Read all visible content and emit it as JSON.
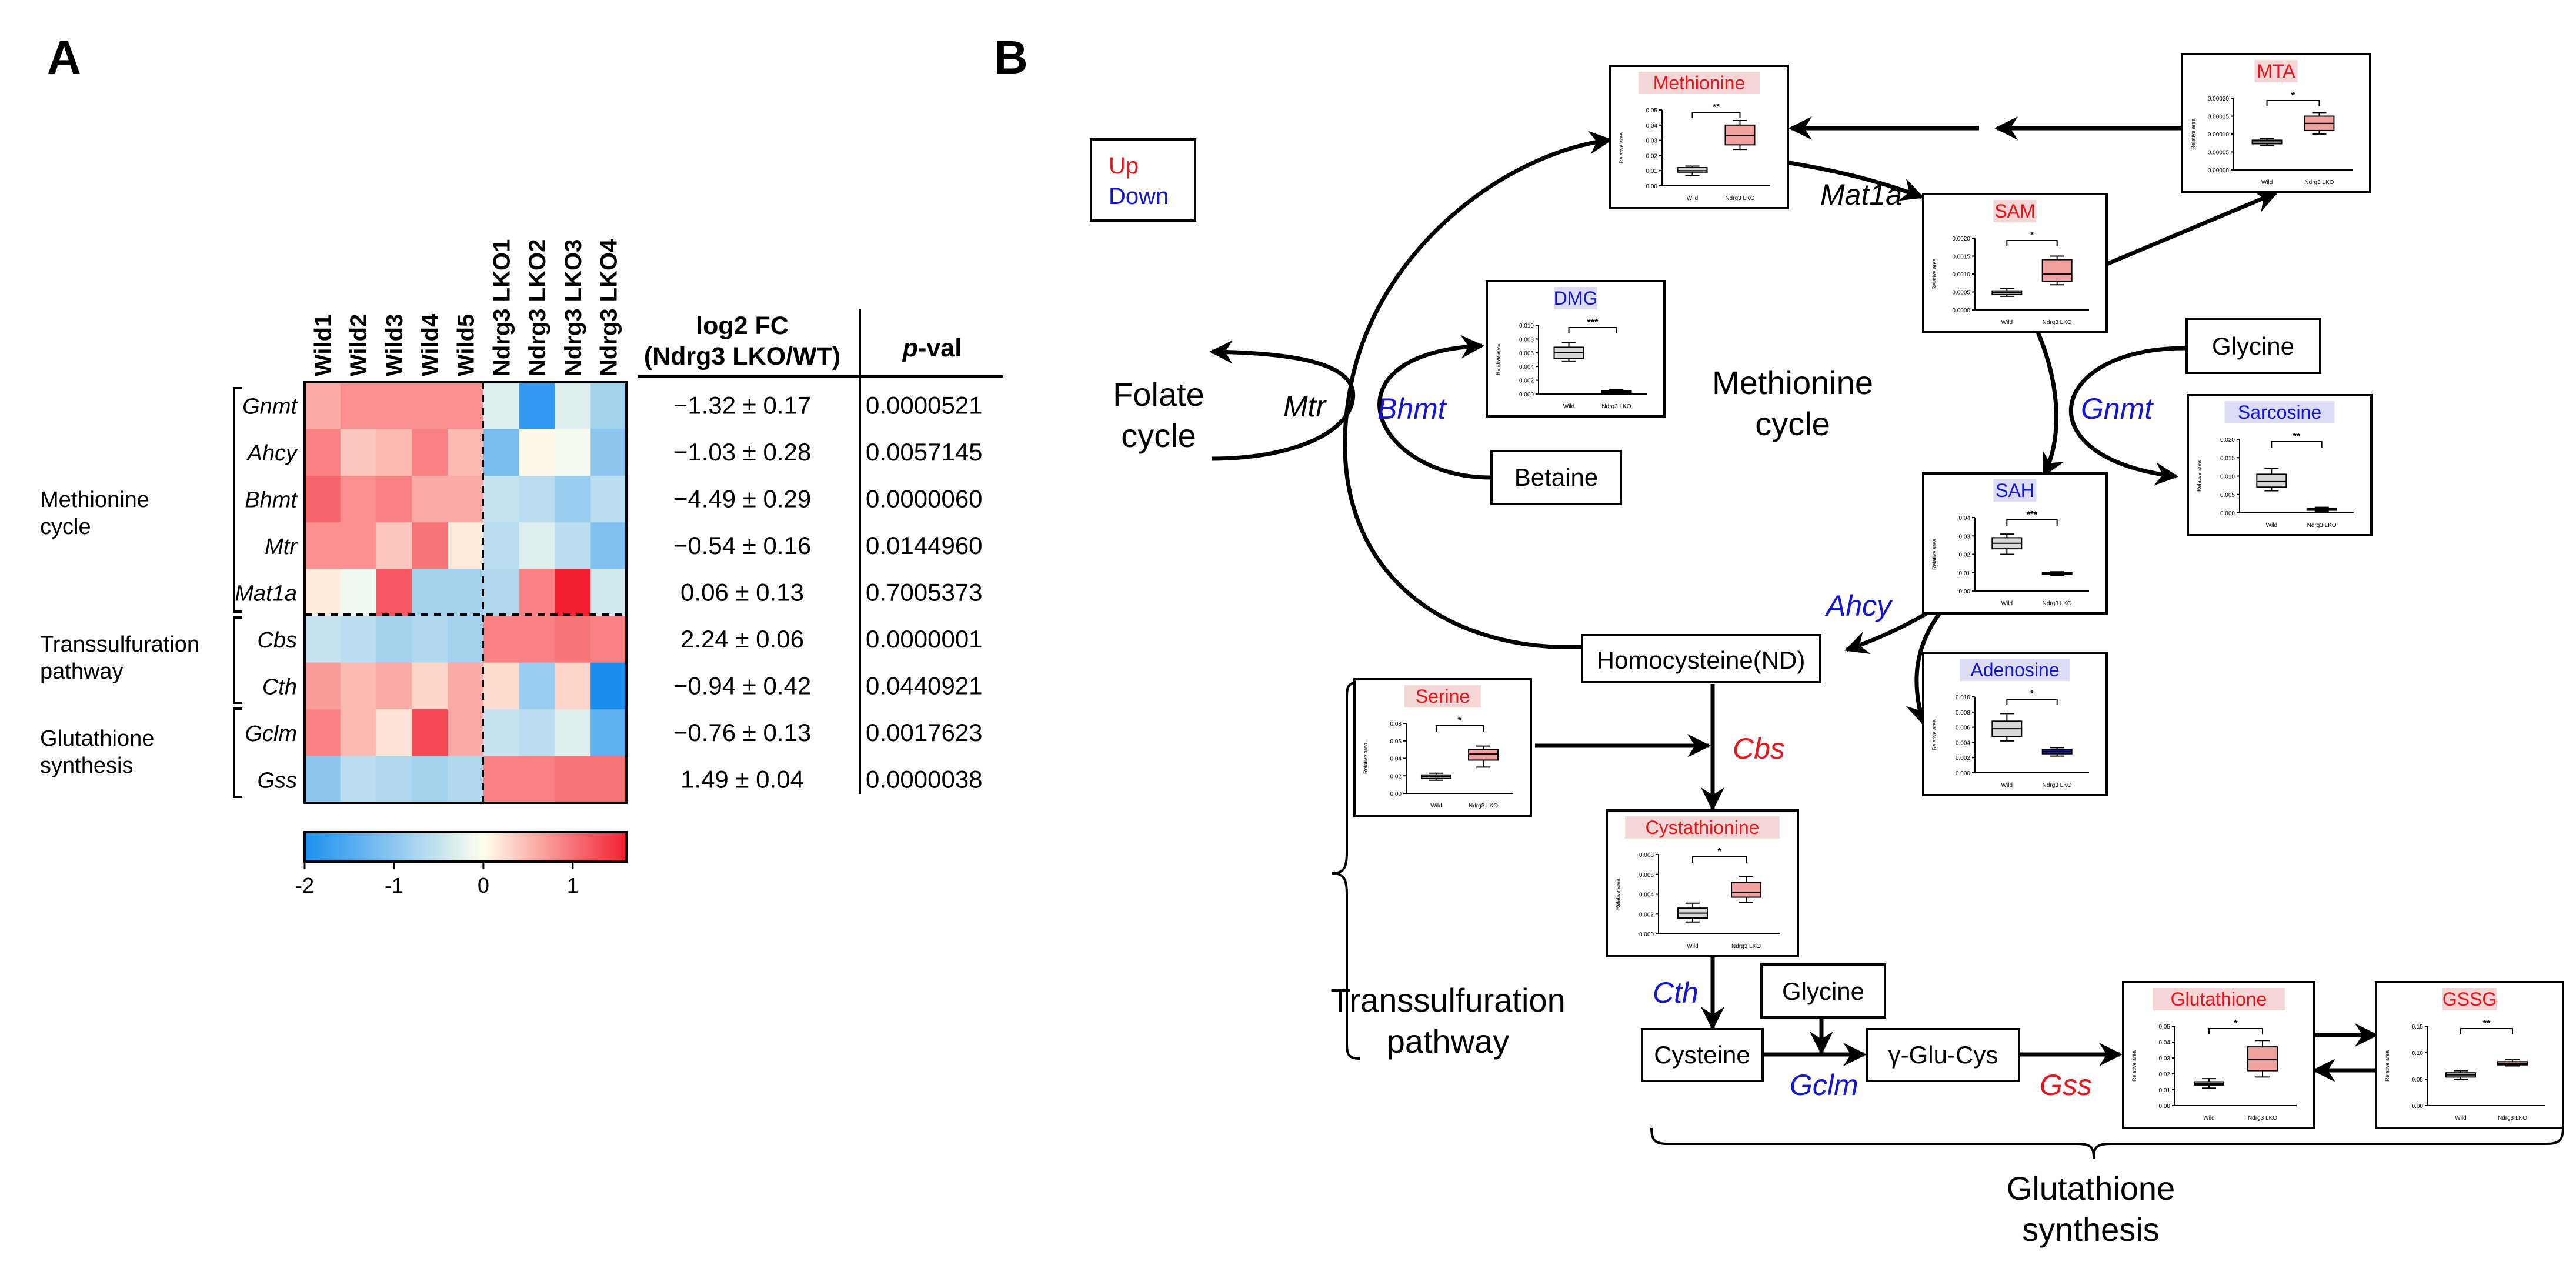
{
  "panelA": {
    "label": "A",
    "columns": [
      "Wild1",
      "Wild2",
      "Wild3",
      "Wild4",
      "Wild5",
      "Ndrg3  LKO1",
      "Ndrg3  LKO2",
      "Ndrg3  LKO3",
      "Ndrg3  LKO4"
    ],
    "fc_header": [
      "log2 FC",
      "(Ndrg3 LKO/WT)"
    ],
    "pval_header": [
      "p",
      "-val"
    ],
    "genes": [
      {
        "name": "Gnmt",
        "fc": "−1.32 ± 0.17",
        "p": "0.0000521",
        "z": [
          0.6,
          0.8,
          0.8,
          0.8,
          0.8,
          -0.3,
          -1.8,
          -0.3,
          -0.8
        ]
      },
      {
        "name": "Ahcy",
        "fc": "−1.03 ± 0.28",
        "p": "0.0057145",
        "z": [
          0.9,
          0.4,
          0.5,
          0.9,
          0.5,
          -1.2,
          0.05,
          -0.1,
          -1.0
        ]
      },
      {
        "name": "Bhmt",
        "fc": "−4.49 ± 0.29",
        "p": "0.0000060",
        "z": [
          1.1,
          0.8,
          0.9,
          0.6,
          0.6,
          -0.5,
          -0.6,
          -0.9,
          -0.6
        ]
      },
      {
        "name": "Mtr",
        "fc": "−0.54 ± 0.16",
        "p": "0.0144960",
        "z": [
          0.8,
          0.8,
          0.4,
          1.0,
          0.15,
          -0.6,
          -0.3,
          -0.6,
          -1.1
        ]
      },
      {
        "name": "Mat1a",
        "fc": "0.06 ± 0.13",
        "p": "0.7005373",
        "z": [
          0.15,
          -0.15,
          1.2,
          -0.8,
          -0.8,
          -0.7,
          0.9,
          1.6,
          -0.4
        ]
      },
      {
        "name": "Cbs",
        "fc": "2.24 ± 0.06",
        "p": "0.0000001",
        "z": [
          -0.5,
          -0.6,
          -0.8,
          -0.7,
          -0.8,
          0.9,
          0.9,
          1.0,
          0.9
        ]
      },
      {
        "name": "Cth",
        "fc": "−0.94 ± 0.42",
        "p": "0.0440921",
        "z": [
          0.7,
          0.5,
          0.6,
          0.3,
          0.6,
          0.25,
          -0.9,
          0.3,
          -2.0
        ]
      },
      {
        "name": "Gclm",
        "fc": "−0.76 ± 0.13",
        "p": "0.0017623",
        "z": [
          0.9,
          0.5,
          0.2,
          1.3,
          0.6,
          -0.5,
          -0.6,
          -0.3,
          -1.4
        ]
      },
      {
        "name": "Gss",
        "fc": "1.49 ± 0.04",
        "p": "0.0000038",
        "z": [
          -1.0,
          -0.6,
          -0.7,
          -0.8,
          -0.7,
          0.9,
          0.9,
          1.0,
          1.0
        ]
      }
    ],
    "groups": [
      {
        "label": [
          "Methionine",
          "cycle"
        ]
      },
      {
        "label": [
          "Transsulfuration",
          "pathway"
        ]
      },
      {
        "label": [
          "Glutathione",
          "synthesis"
        ]
      }
    ],
    "colorbar": {
      "min": -2,
      "max": 1.6,
      "ticks": [
        "-2",
        "-1",
        "0",
        "1"
      ],
      "tick_values": [
        -2,
        -1,
        0,
        1
      ],
      "colors": [
        "#1a8ff0",
        "#ffffee",
        "#f22030"
      ]
    }
  },
  "panelB": {
    "label": "B",
    "legend": {
      "up": "Up",
      "down": "Down",
      "up_color": "#e8141c",
      "down_color": "#1414d4"
    },
    "boxes": {
      "homocysteine": "Homocysteine(ND)",
      "betaine": "Betaine",
      "glycine1": "Glycine",
      "glycine2": "Glycine",
      "cysteine": "Cysteine",
      "gluCys": "γ-Glu-Cys"
    },
    "texts": {
      "folate": [
        "Folate",
        "cycle"
      ],
      "methionine_cycle": [
        "Methionine",
        "cycle"
      ],
      "transsulfuration": [
        "Transsulfuration",
        "pathway"
      ],
      "glutathione_synthesis": [
        "Glutathione",
        "synthesis"
      ]
    },
    "enzymes": {
      "mtr": "Mtr",
      "bhmt": "Bhmt",
      "mat1a": "Mat1a",
      "gnmt": "Gnmt",
      "ahcy": "Ahcy",
      "cbs": "Cbs",
      "cth": "Cth",
      "gclm": "Gclm",
      "gss": "Gss"
    },
    "plot_common": {
      "xlabel_wt": "Wild",
      "xlabel_ko": "Ndrg3 LKO",
      "ylabel": "Relative area"
    },
    "metabolites": [
      {
        "key": "methionine",
        "name": "Methionine",
        "dir": "up",
        "sig": "**",
        "ticks": [
          "0.05",
          "0.04",
          "0.03",
          "0.02",
          "0.01",
          "0.00"
        ],
        "ymax": 0.05,
        "wt": [
          0.007,
          0.009,
          0.01,
          0.012,
          0.013
        ],
        "ko": [
          0.024,
          0.027,
          0.033,
          0.04,
          0.043
        ]
      },
      {
        "key": "mta",
        "name": "MTA",
        "dir": "up",
        "sig": "*",
        "ticks": [
          "0.00020",
          "0.00015",
          "0.00010",
          "0.00005",
          "0.00000"
        ],
        "ymax": 0.0002,
        "wt": [
          6.8e-05,
          7.3e-05,
          7.8e-05,
          8.3e-05,
          8.8e-05
        ],
        "ko": [
          0.0001,
          0.00011,
          0.00013,
          0.00015,
          0.00016
        ]
      },
      {
        "key": "sam",
        "name": "SAM",
        "dir": "up",
        "sig": "*",
        "ticks": [
          "0.0020",
          "0.0015",
          "0.0010",
          "0.0005",
          "0.0000"
        ],
        "ymax": 0.002,
        "wt": [
          0.00038,
          0.00043,
          0.00048,
          0.00053,
          0.0006
        ],
        "ko": [
          0.0007,
          0.0008,
          0.001,
          0.0014,
          0.0015
        ]
      },
      {
        "key": "dmg",
        "name": "DMG",
        "dir": "down",
        "sig": "***",
        "ticks": [
          "0.010",
          "0.008",
          "0.006",
          "0.004",
          "0.002",
          "0.000"
        ],
        "ymax": 0.01,
        "wt": [
          0.0048,
          0.0052,
          0.006,
          0.0068,
          0.0075
        ],
        "ko": [
          0.0002,
          0.0003,
          0.0004,
          0.0005,
          0.0006
        ]
      },
      {
        "key": "sarcosine",
        "name": "Sarcosine",
        "dir": "down",
        "sig": "**",
        "ticks": [
          "0.020",
          "0.015",
          "0.010",
          "0.005",
          "0.000"
        ],
        "ymax": 0.02,
        "wt": [
          0.006,
          0.007,
          0.0085,
          0.0105,
          0.012
        ],
        "ko": [
          0.0004,
          0.0007,
          0.001,
          0.0012,
          0.0015
        ]
      },
      {
        "key": "sah",
        "name": "SAH",
        "dir": "down",
        "sig": "***",
        "ticks": [
          "0.04",
          "0.03",
          "0.02",
          "0.01",
          "0.00"
        ],
        "ymax": 0.04,
        "wt": [
          0.02,
          0.023,
          0.026,
          0.029,
          0.031
        ],
        "ko": [
          0.0085,
          0.009,
          0.0095,
          0.01,
          0.0105
        ]
      },
      {
        "key": "adenosine",
        "name": "Adenosine",
        "dir": "down",
        "sig": "*",
        "ticks": [
          "0.010",
          "0.008",
          "0.006",
          "0.004",
          "0.002",
          "0.000"
        ],
        "ymax": 0.01,
        "wt": [
          0.0042,
          0.0048,
          0.0058,
          0.0068,
          0.0078
        ],
        "ko": [
          0.0022,
          0.0025,
          0.0028,
          0.0031,
          0.0033
        ]
      },
      {
        "key": "serine",
        "name": "Serine",
        "dir": "up",
        "sig": "*",
        "ticks": [
          "0.08",
          "0.06",
          "0.04",
          "0.02",
          "0.00"
        ],
        "ymax": 0.08,
        "wt": [
          0.015,
          0.017,
          0.019,
          0.021,
          0.023
        ],
        "ko": [
          0.03,
          0.038,
          0.045,
          0.05,
          0.054
        ]
      },
      {
        "key": "cystathionine",
        "name": "Cystathionine",
        "dir": "up",
        "sig": "*",
        "ticks": [
          "0.008",
          "0.006",
          "0.004",
          "0.002",
          "0.000"
        ],
        "ymax": 0.008,
        "wt": [
          0.0012,
          0.0016,
          0.0021,
          0.0026,
          0.0031
        ],
        "ko": [
          0.0032,
          0.0037,
          0.0042,
          0.0052,
          0.0058
        ]
      },
      {
        "key": "glutathione",
        "name": "Glutathione",
        "dir": "up",
        "sig": "*",
        "ticks": [
          "0.05",
          "0.04",
          "0.03",
          "0.02",
          "0.01",
          "0.00"
        ],
        "ymax": 0.05,
        "wt": [
          0.011,
          0.013,
          0.014,
          0.015,
          0.017
        ],
        "ko": [
          0.018,
          0.022,
          0.029,
          0.037,
          0.041
        ]
      },
      {
        "key": "gssg",
        "name": "GSSG",
        "dir": "up",
        "sig": "**",
        "ticks": [
          "0.15",
          "0.10",
          "0.05",
          "0.00"
        ],
        "ymax": 0.15,
        "wt": [
          0.05,
          0.054,
          0.058,
          0.062,
          0.066
        ],
        "ko": [
          0.075,
          0.077,
          0.08,
          0.083,
          0.087
        ]
      }
    ]
  }
}
